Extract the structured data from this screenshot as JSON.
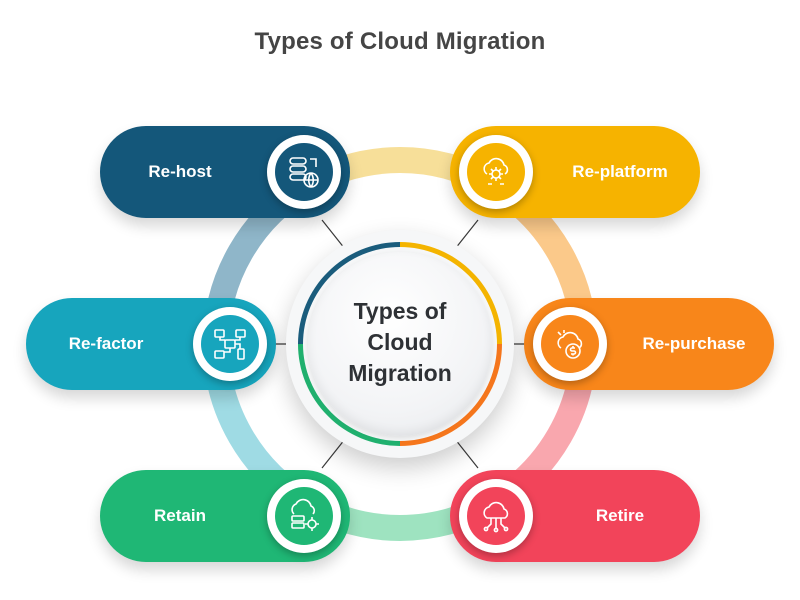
{
  "title": "Types of Cloud Migration",
  "center": {
    "lines": [
      "Types of",
      "Cloud",
      "Migration"
    ]
  },
  "items": [
    {
      "key": "rehost",
      "label": "Re-host",
      "color": "#14577a",
      "icon": "server-globe-icon"
    },
    {
      "key": "replatform",
      "label": "Re-platform",
      "color": "#f6b300",
      "icon": "cloud-gear-icon"
    },
    {
      "key": "refactor",
      "label": "Re-factor",
      "color": "#17a5bd",
      "icon": "network-devices-icon"
    },
    {
      "key": "repurchase",
      "label": "Re-purchase",
      "color": "#f8861a",
      "icon": "cloud-dollar-icon"
    },
    {
      "key": "retain",
      "label": "Retain",
      "color": "#1fb775",
      "icon": "cloud-server-gear-icon"
    },
    {
      "key": "retire",
      "label": "Retire",
      "color": "#f2445a",
      "icon": "cloud-circuit-icon"
    }
  ],
  "ring_colors": {
    "top": "#f7df99",
    "upper_right": "#fbc98a",
    "lower_right": "#f9a7ae",
    "bottom": "#9ee3c0",
    "lower_left": "#9fdbe4",
    "upper_left": "#8fb6c9"
  }
}
